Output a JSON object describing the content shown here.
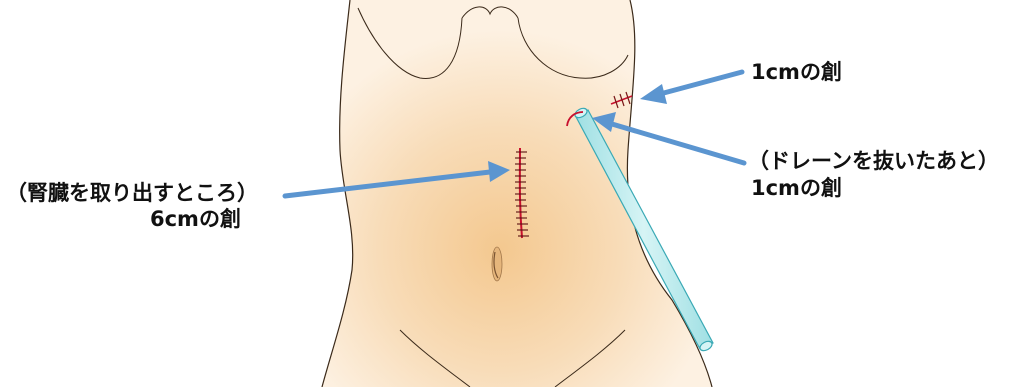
{
  "labels": {
    "right_upper": "1cmの創",
    "right_middle_line1": "（ドレーンを抜いたあと）",
    "right_middle_line2": "1cmの創",
    "left_line1": "（腎臓を取り出すところ）",
    "left_line2": "6cmの創"
  },
  "colors": {
    "skin_center": "#f4c88f",
    "skin_edge": "#fdf1e2",
    "outline": "#3b2a1a",
    "arrow": "#5b95d0",
    "suture": "#c8102e",
    "drain_fill": "#b8e8ea",
    "drain_stroke": "#3aa9b5"
  },
  "icons": {
    "arrows": "arrow-icon",
    "incision": "suture-incision",
    "drain": "drain-tube"
  }
}
